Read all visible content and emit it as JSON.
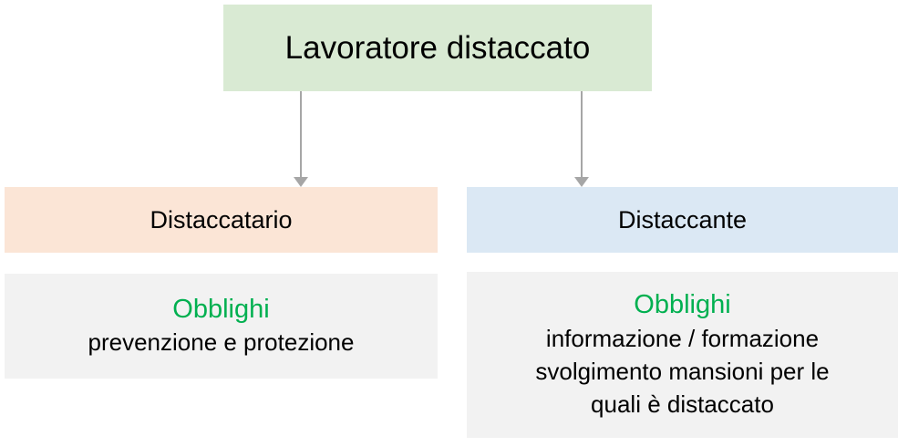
{
  "diagram": {
    "root": {
      "title": "Lavoratore distaccato"
    },
    "left_branch": {
      "header": "Distaccatario",
      "detail_title": "Obblighi",
      "detail_lines": [
        "prevenzione e protezione"
      ]
    },
    "right_branch": {
      "header": "Distaccante",
      "detail_title": "Obblighi",
      "detail_lines": [
        "informazione / formazione",
        "svolgimento mansioni per le",
        "quali è distaccato"
      ]
    },
    "colors": {
      "root_box_bg": "#d9ead3",
      "left_header_bg": "#fbe5d6",
      "right_header_bg": "#dbe8f4",
      "detail_box_bg": "#f2f2f2",
      "accent_green": "#00b050",
      "arrow_gray": "#a6a6a6"
    }
  }
}
